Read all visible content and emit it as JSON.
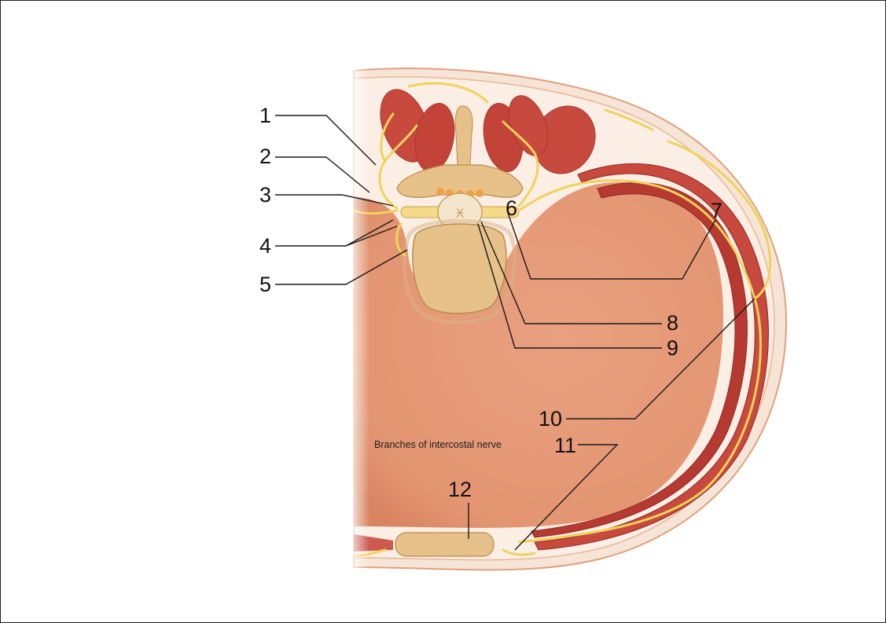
{
  "diagram": {
    "caption": "Branches of intercostal nerve",
    "labels": [
      "1",
      "2",
      "3",
      "4",
      "5",
      "6",
      "7",
      "8",
      "9",
      "10",
      "11",
      "12"
    ]
  },
  "colors": {
    "body_fill": "#e9a585",
    "body_edge": "#e69b74",
    "muscle": "#c8493d",
    "muscle_dark": "#9f2e27",
    "nerve": "#efd35a",
    "bone": "#e6c28a",
    "fat_yellow": "#f6d98a",
    "membrane": "#e8e8e8"
  }
}
